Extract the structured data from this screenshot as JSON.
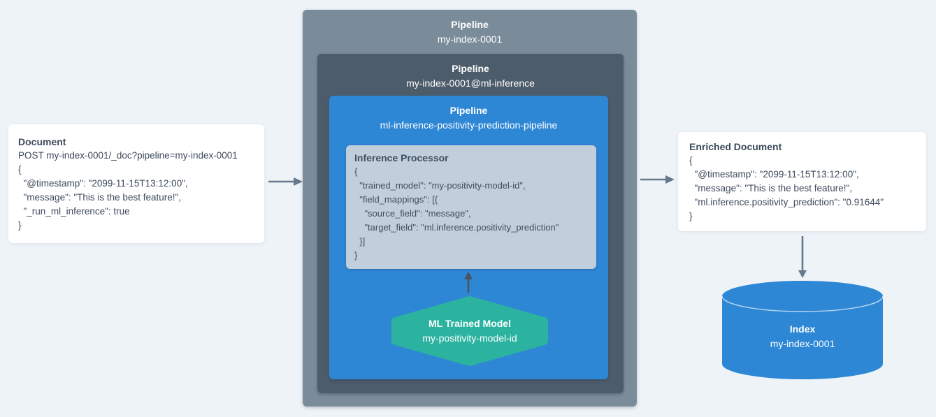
{
  "colors": {
    "background": "#eef3f8",
    "pipeline_outer": "#7a8b9a",
    "pipeline_inference": "#4d5c6b",
    "pipeline_ml_blue": "#2e87d5",
    "processor_panel": "#c1cedb",
    "model_green": "#2bb3a0",
    "arrow_gray": "#64798c",
    "arrow_dark": "#4a545e",
    "card_text": "#3c4a5c"
  },
  "document_card": {
    "title": "Document",
    "lines": [
      "POST my-index-0001/_doc?pipeline=my-index-0001",
      "{",
      "  \"@timestamp\": \"2099-11-15T13:12:00\",",
      "  \"message\": \"This is the best feature!\",",
      "  \"_run_ml_inference\": true",
      "}"
    ]
  },
  "pipeline_outer": {
    "label": "Pipeline",
    "name": "my-index-0001"
  },
  "pipeline_inference": {
    "label": "Pipeline",
    "name": "my-index-0001@ml-inference"
  },
  "pipeline_ml": {
    "label": "Pipeline",
    "name": "ml-inference-positivity-prediction-pipeline"
  },
  "inference_processor": {
    "title": "Inference Processor",
    "lines": [
      "{",
      "  \"trained_model\": \"my-positivity-model-id\",",
      "  \"field_mappings\": [{",
      "    \"source_field\": \"message\",",
      "    \"target_field\": \"ml.inference.positivity_prediction\"",
      "  }]",
      "}"
    ]
  },
  "ml_trained_model": {
    "title": "ML Trained Model",
    "name": "my-positivity-model-id"
  },
  "enriched_document_card": {
    "title": "Enriched Document",
    "lines": [
      "{",
      "  \"@timestamp\": \"2099-11-15T13:12:00\",",
      "  \"message\": \"This is the best feature!\",",
      "  \"ml.inference.positivity_prediction\": \"0.91644\"",
      "}"
    ]
  },
  "index_cylinder": {
    "title": "Index",
    "name": "my-index-0001"
  }
}
